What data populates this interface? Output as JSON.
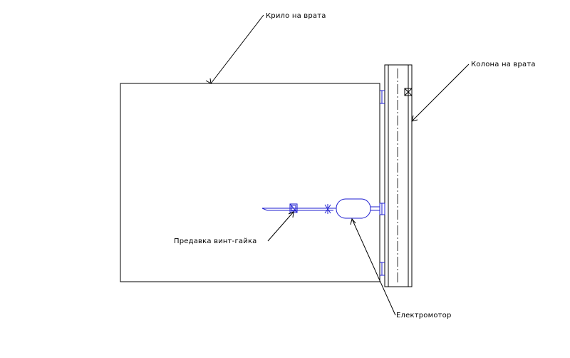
{
  "labels": {
    "gate_leaf": "Крило на врата",
    "gate_column": "Колона на врата",
    "screw_nut_transmission": "Предавка винт-гайка",
    "electric_motor": "Електромотор"
  },
  "colors": {
    "drawing_lines": "#000000",
    "mechanism": "#1f1fd0",
    "background": "#ffffff"
  }
}
